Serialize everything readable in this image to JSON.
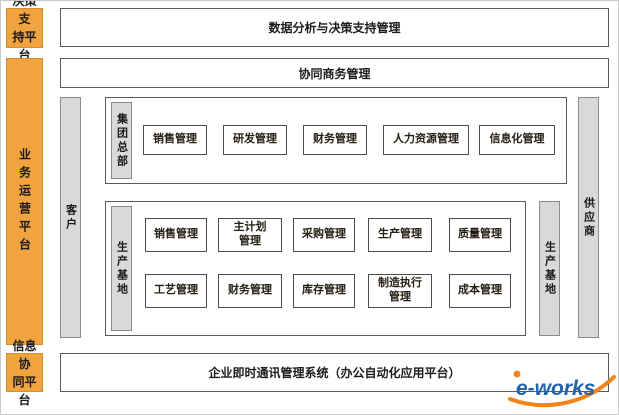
{
  "colors": {
    "accent_orange": "#F1A340",
    "label_gray": "#D9D9D9",
    "logo_blue": "#2263AE",
    "logo_orange": "#F08519"
  },
  "left_labels": {
    "decision": "决策支\n持平台",
    "business": "业务运营平台",
    "information": "信息协\n同平台"
  },
  "bars": {
    "top": "数据分析与决策支持管理",
    "collaboration": "协同商务管理",
    "bottom": "企业即时通讯管理系统（办公自动化应用平台）"
  },
  "middle": {
    "customer": "客户",
    "supplier": "供应商",
    "headquarters": {
      "label": "集团总部",
      "modules": [
        "销售管理",
        "研发管理",
        "财务管理",
        "人力资源管理",
        "信息化管理"
      ]
    },
    "production": {
      "left_label": "生产基地",
      "right_label": "生产基地",
      "row1": [
        "销售管理",
        "主计划\n管理",
        "采购管理",
        "生产管理",
        "质量管理"
      ],
      "row2": [
        "工艺管理",
        "财务管理",
        "库存管理",
        "制造执行\n管理",
        "成本管理"
      ]
    }
  },
  "logo": {
    "text": "e-works"
  }
}
